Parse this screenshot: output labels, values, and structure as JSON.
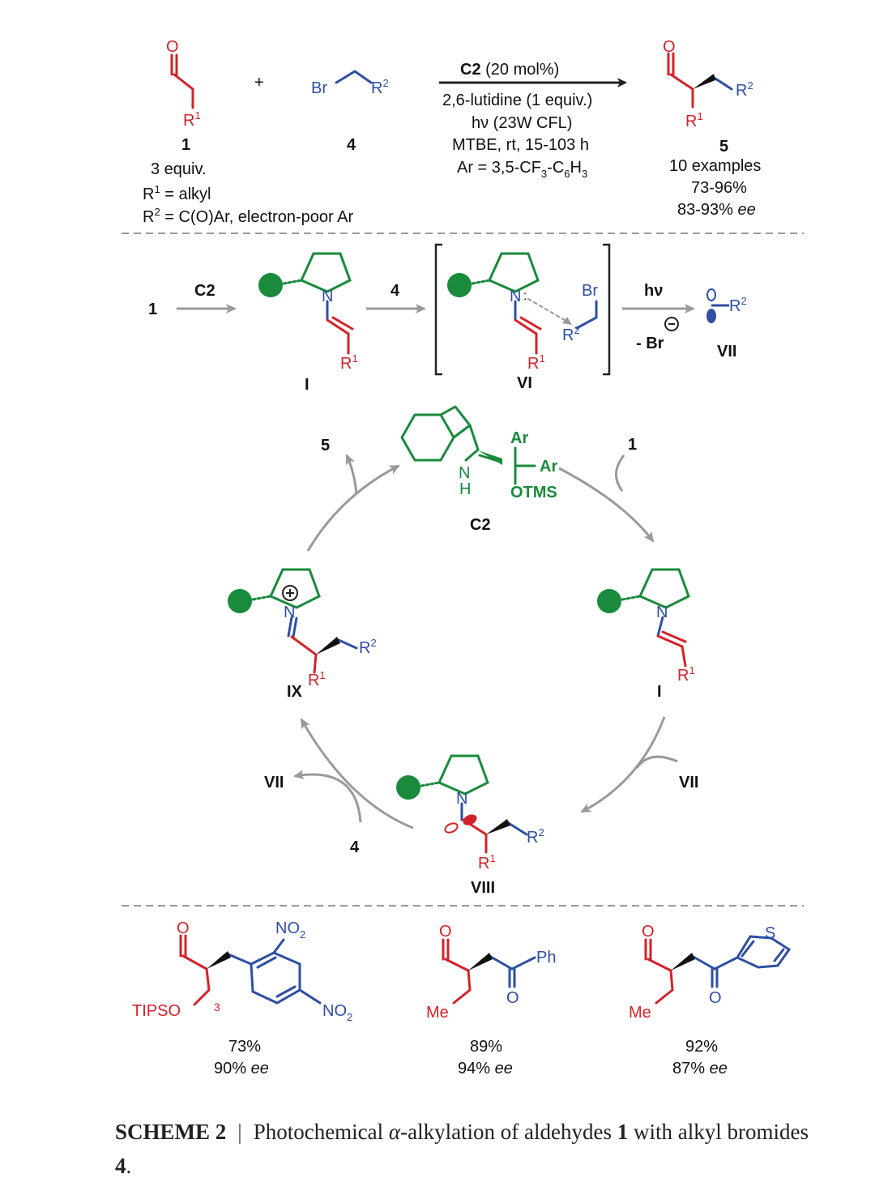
{
  "colors": {
    "red": "#d2232a",
    "blue": "#2e4fa3",
    "green": "#1a8a3c",
    "arrow_grey": "#9a9a9a",
    "dash": "#9a9a9a"
  },
  "reaction": {
    "plus": "+",
    "reactant1": {
      "label_r": "R",
      "label_sup": "1",
      "number": "1",
      "equiv": "3 equiv.",
      "r1_def_prefix": "R",
      "r1_def_sup": "1",
      "r1_def": " = alkyl",
      "r2_def_prefix": "R",
      "r2_def_sup": "2",
      "r2_def": " = C(O)Ar, electron-poor Ar"
    },
    "reactant2": {
      "br": "Br",
      "label_r": "R",
      "label_sup": "2",
      "number": "4"
    },
    "conditions": {
      "catalyst": "C2",
      "catalyst_load": " (20 mol%)",
      "line2": "2,6-lutidine (1 equiv.)",
      "line3": "hν (23W CFL)",
      "line4": "MTBE, rt, 15-103 h",
      "line5": "Ar = 3,5-CF",
      "line5_sub": "3",
      "line5_mid": "-C",
      "line5_sub2": "6",
      "line5_end": "H",
      "line5_sub3": "3"
    },
    "product": {
      "number": "5",
      "examples": "10 examples",
      "yield": "73-96%",
      "ee_val": "83-93% ",
      "ee_label": "ee"
    }
  },
  "mechanism_row": {
    "start": "1",
    "cat": "C2",
    "enamine_label": "I",
    "reagent": "4",
    "complex_label": "VI",
    "hv": "hν",
    "minus_br": "- Br",
    "radical_label": "VII",
    "br": "Br",
    "r": "R",
    "sup1": "1",
    "sup2": "2",
    "n": "N"
  },
  "cycle": {
    "catalyst_label": "C2",
    "ar": "Ar",
    "otms": "OTMS",
    "nh_n": "N",
    "nh_h": "H",
    "in_1": "1",
    "out_5": "5",
    "vii_right": "VII",
    "vii_left": "VII",
    "in_4": "4",
    "enamine_label": "I",
    "iminium_label": "IX",
    "radical_adduct_label": "VIII"
  },
  "examples": [
    {
      "yield": "73%",
      "ee_val": "90% ",
      "ee_label": "ee",
      "groups": [
        "TIPSO",
        "3",
        "NO",
        "2",
        "NO",
        "2"
      ]
    },
    {
      "yield": "89%",
      "ee_val": "94% ",
      "ee_label": "ee",
      "groups": [
        "Me",
        "Ph",
        "O"
      ]
    },
    {
      "yield": "92%",
      "ee_val": "87% ",
      "ee_label": "ee",
      "groups": [
        "Me",
        "S",
        "O"
      ]
    }
  ],
  "caption": {
    "scheme": "SCHEME 2",
    "sep": "|",
    "pre": "Photochemical ",
    "alpha": "α",
    "mid": "-alkylation of aldehydes ",
    "n1": "1",
    "mid2": " with alkyl bromides ",
    "n4": "4",
    "end": "."
  }
}
